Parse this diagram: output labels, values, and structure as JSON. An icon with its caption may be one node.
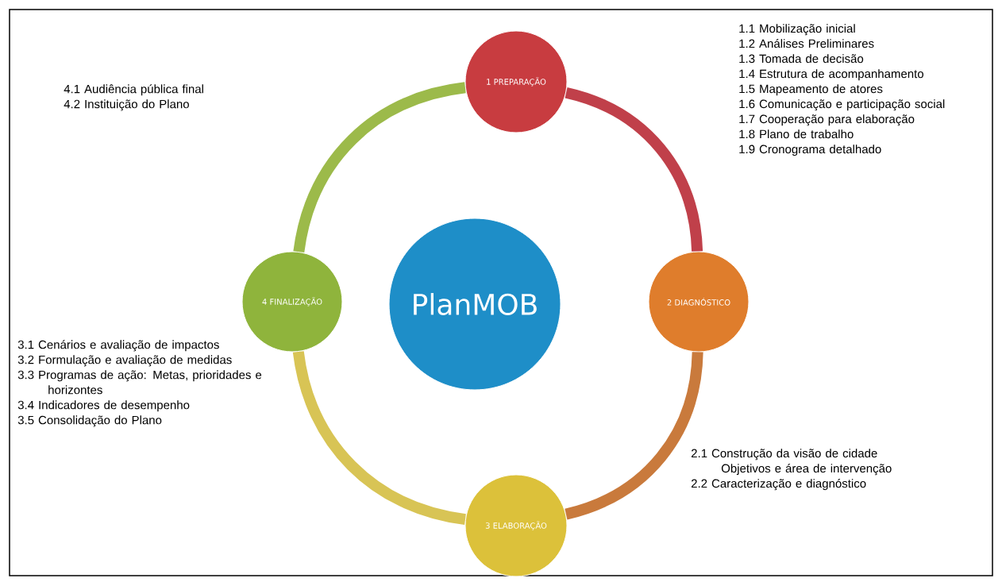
{
  "diagram": {
    "nodes": [
      {
        "text": [
          "PlanMOB"
        ]
      },
      {
        "text": [
          "1 PREPARAÇÃO"
        ],
        "beside": [
          "1.1 Mobilização inicial",
          "1.2 Análises Preliminares",
          "1.3 Tomada de decisão",
          "1.4 Estrutura de acompanhamento",
          "1.5 Mapeamento de atores",
          "1.6 Comunicação e participação social",
          "1.7 Cooperação para elaboração",
          "1.8 Plano de trabalho",
          "1.9 Cronograma detalhado"
        ]
      },
      {
        "text": [
          "2 DIAGNÓSTICO"
        ],
        "beside": [
          "2.1 Construção da visão de cidade Objetivos e área de intervenção",
          "2.2 Caracterização e diagnóstico"
        ]
      },
      {
        "text": [
          "3 ELABORAÇÃO"
        ],
        "beside": [
          "3.1 Cenários e avaliação de impactos",
          "3.2 Formulação e avaliação de medidas",
          "3.3 Programas de ação: Metas, prioridades e horizontes",
          "3.4 Indicadores de desempenho",
          "3.5 Consolidação do Plano"
        ]
      },
      {
        "text": [
          "4 FINALIZAÇÃO"
        ],
        "beside": [
          "4.1 Audiência pública final",
          "4.2 Instituição do Plano"
        ]
      }
    ],
    "edges": [
      {
        "from": 1,
        "to": 2,
        "arrow": "none",
        "color": "#c0404a"
      },
      {
        "from": 2,
        "to": 3,
        "arrow": "none",
        "color": "#c97a3c"
      },
      {
        "from": 3,
        "to": 4,
        "arrow": "none",
        "color": "#d8c455"
      },
      {
        "from": 4,
        "to": 1,
        "arrow": "none",
        "color": "#9cba4a"
      }
    ]
  }
}
